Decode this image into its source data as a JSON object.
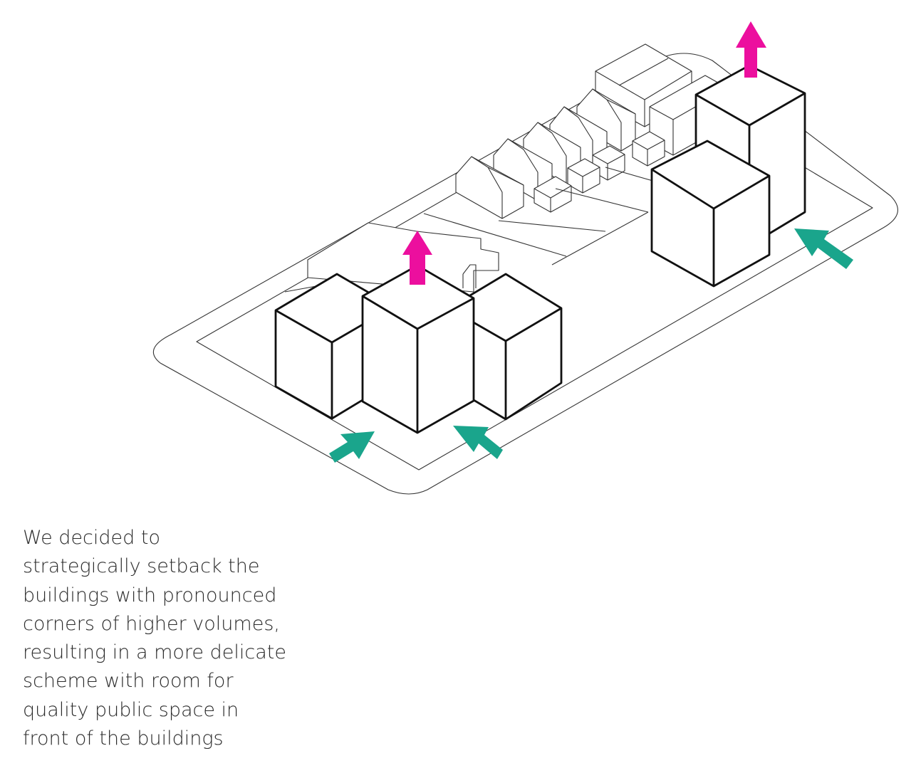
{
  "caption": {
    "lines": [
      "We decided to",
      "strategically setback the",
      "buildings with pronounced",
      "corners of higher volumes,",
      "resulting in a more delicate",
      "scheme with room for",
      "quality public space in",
      "front of the buildings"
    ]
  },
  "colors": {
    "up_arrow": "#ec0f9e",
    "access_arrow": "#1aa58c",
    "line": "#111111",
    "context": "#333333"
  },
  "icons": {
    "up_arrow": "arrow-up-icon",
    "access_arrow": "arrow-diagonal-icon"
  }
}
